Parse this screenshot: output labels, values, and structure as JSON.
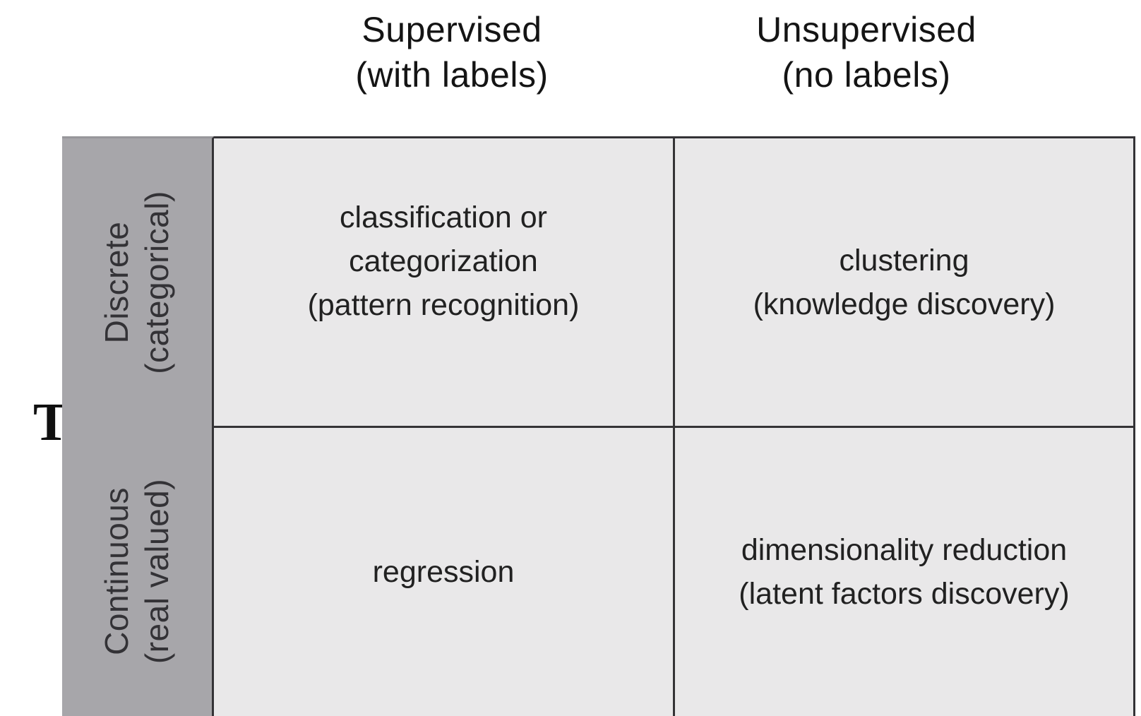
{
  "matrix": {
    "axis_label": "T",
    "column_headers": [
      {
        "line1": "Supervised",
        "line2": "(with labels)"
      },
      {
        "line1": "Unsupervised",
        "line2": "(no labels)"
      }
    ],
    "row_headers": [
      {
        "line1": "Discrete",
        "line2": "(categorical)"
      },
      {
        "line1": "Continuous",
        "line2": "(real valued)"
      }
    ],
    "cells": {
      "supervised_discrete": {
        "line1": "classification or",
        "line2": "categorization",
        "line3": "(pattern recognition)"
      },
      "unsupervised_discrete": {
        "line1": "clustering",
        "line2": "(knowledge discovery)"
      },
      "supervised_continuous": {
        "line1": "regression"
      },
      "unsupervised_continuous": {
        "line1": "dimensionality reduction",
        "line2": "(latent factors discovery)"
      }
    },
    "colors": {
      "background": "#ffffff",
      "row_header_bg": "#a7a6aa",
      "cell_bg": "#e9e8e9",
      "grid_line": "#343336",
      "text": "#1c1c1c"
    }
  }
}
